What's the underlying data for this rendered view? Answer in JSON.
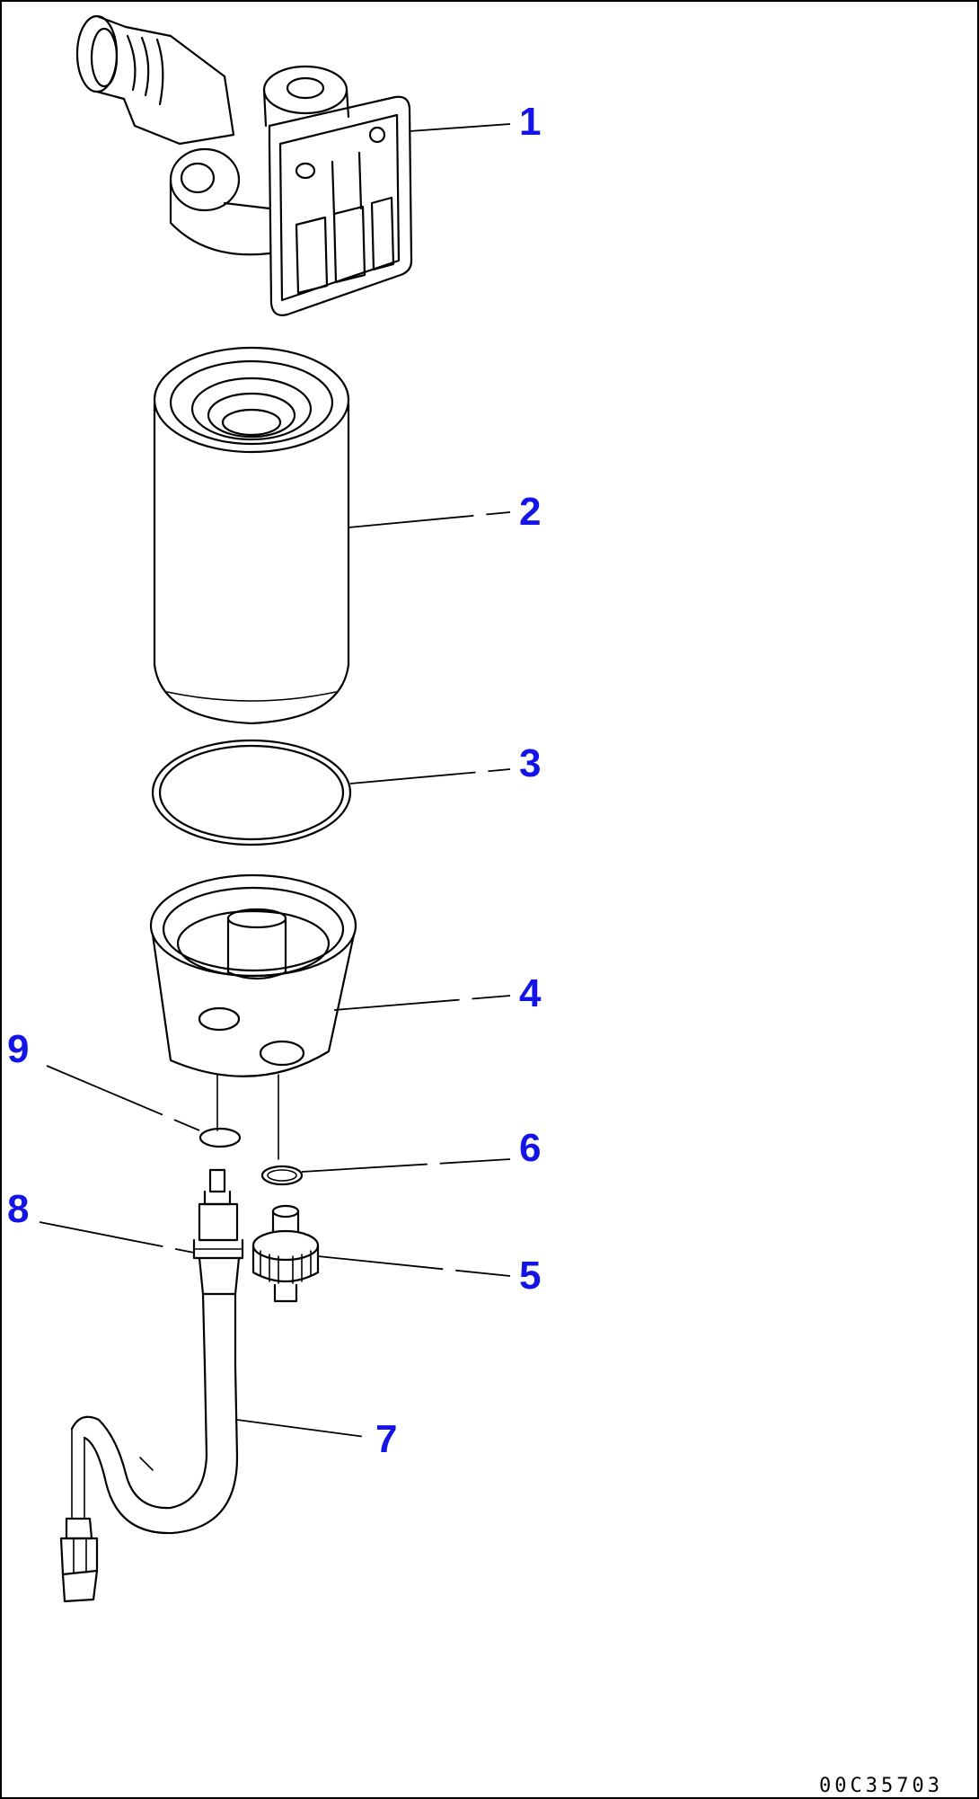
{
  "diagram": {
    "drawing_id": "00C35703",
    "callouts": [
      {
        "id": "c1",
        "label": "1"
      },
      {
        "id": "c2",
        "label": "2"
      },
      {
        "id": "c3",
        "label": "3"
      },
      {
        "id": "c4",
        "label": "4"
      },
      {
        "id": "c5",
        "label": "5"
      },
      {
        "id": "c6",
        "label": "6"
      },
      {
        "id": "c7",
        "label": "7"
      },
      {
        "id": "c8",
        "label": "8"
      },
      {
        "id": "c9",
        "label": "9"
      }
    ],
    "colors": {
      "line": "#000000",
      "callout": "#1414e6",
      "background": "#ffffff"
    }
  }
}
